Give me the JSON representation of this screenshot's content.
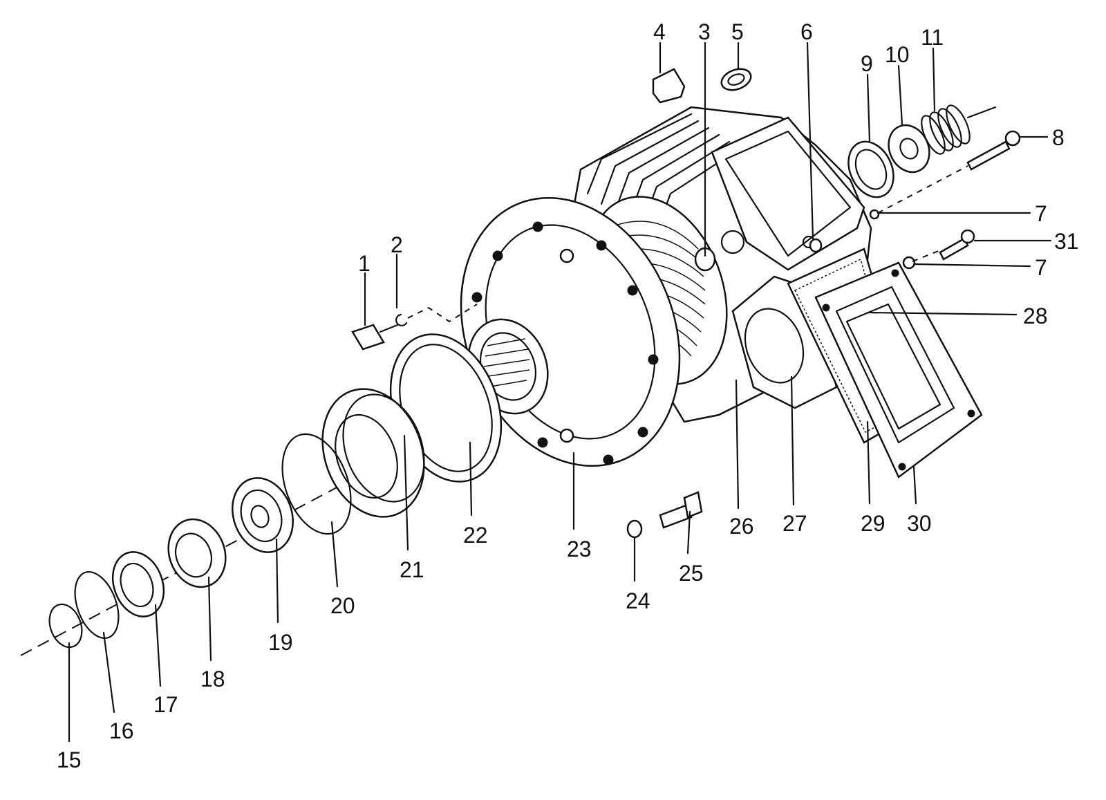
{
  "diagram": {
    "part_numbers": [
      "1",
      "2",
      "3",
      "4",
      "5",
      "6",
      "7",
      "8",
      "9",
      "10",
      "11",
      "15",
      "16",
      "17",
      "18",
      "19",
      "20",
      "21",
      "22",
      "23",
      "24",
      "25",
      "26",
      "27",
      "28",
      "29",
      "30",
      "31"
    ],
    "callouts": [
      {
        "id": "p1",
        "text": "1"
      },
      {
        "id": "p2",
        "text": "2"
      },
      {
        "id": "p3",
        "text": "3"
      },
      {
        "id": "p4",
        "text": "4"
      },
      {
        "id": "p5",
        "text": "5"
      },
      {
        "id": "p6",
        "text": "6"
      },
      {
        "id": "p7a",
        "text": "7"
      },
      {
        "id": "p7b",
        "text": "7"
      },
      {
        "id": "p8",
        "text": "8"
      },
      {
        "id": "p9",
        "text": "9"
      },
      {
        "id": "p10",
        "text": "10"
      },
      {
        "id": "p11",
        "text": "11"
      },
      {
        "id": "p15",
        "text": "15"
      },
      {
        "id": "p16",
        "text": "16"
      },
      {
        "id": "p17",
        "text": "17"
      },
      {
        "id": "p18",
        "text": "18"
      },
      {
        "id": "p19",
        "text": "19"
      },
      {
        "id": "p20",
        "text": "20"
      },
      {
        "id": "p21",
        "text": "21"
      },
      {
        "id": "p22",
        "text": "22"
      },
      {
        "id": "p23",
        "text": "23"
      },
      {
        "id": "p24",
        "text": "24"
      },
      {
        "id": "p25",
        "text": "25"
      },
      {
        "id": "p26",
        "text": "26"
      },
      {
        "id": "p27",
        "text": "27"
      },
      {
        "id": "p28",
        "text": "28"
      },
      {
        "id": "p29",
        "text": "29"
      },
      {
        "id": "p30",
        "text": "30"
      },
      {
        "id": "p31",
        "text": "31"
      }
    ]
  }
}
